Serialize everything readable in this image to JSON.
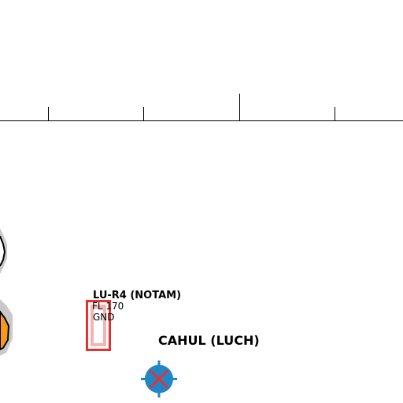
{
  "restricted_area": {
    "name": "LU-R4 (NOTAM)",
    "upper_limit": "FL 170",
    "lower_limit": "GND",
    "color": "#e8312e"
  },
  "airport": {
    "name": "CAHUL (LUCH)",
    "symbol_color": "#1f86c8",
    "cross_color": "#e8312e"
  },
  "map_colors": {
    "scale_line": "#000000",
    "halo": "#bdbdbd",
    "partial_symbol_fill": "#f59a1b"
  }
}
